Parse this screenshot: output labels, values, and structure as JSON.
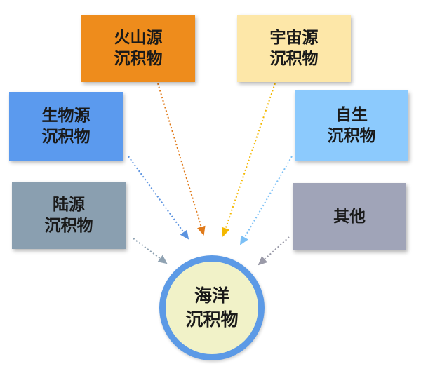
{
  "nodes": {
    "volcanic": {
      "line1": "火山源",
      "line2": "沉积物",
      "color": "#ee8c1c"
    },
    "cosmic": {
      "line1": "宇宙源",
      "line2": "沉积物",
      "color": "#fde7a8"
    },
    "biogenic": {
      "line1": "生物源",
      "line2": "沉积物",
      "color": "#5b9aee"
    },
    "authigenic": {
      "line1": "自生",
      "line2": "沉积物",
      "color": "#8ccafd"
    },
    "terrigenous": {
      "line1": "陆源",
      "line2": "沉积物",
      "color": "#8a9fb0"
    },
    "other": {
      "line1": "其他",
      "color": "#a0a4b8"
    }
  },
  "center": {
    "line1": "海洋",
    "line2": "沉积物",
    "fill": "#f1f2c8",
    "ring": "#5c9ae6"
  },
  "arrow_colors": {
    "volcanic": "#e07a1a",
    "cosmic": "#f4b800",
    "biogenic": "#5b93e0",
    "authigenic": "#7cc0f6",
    "terrigenous": "#8fa2b2",
    "other": "#9a9aa8"
  }
}
